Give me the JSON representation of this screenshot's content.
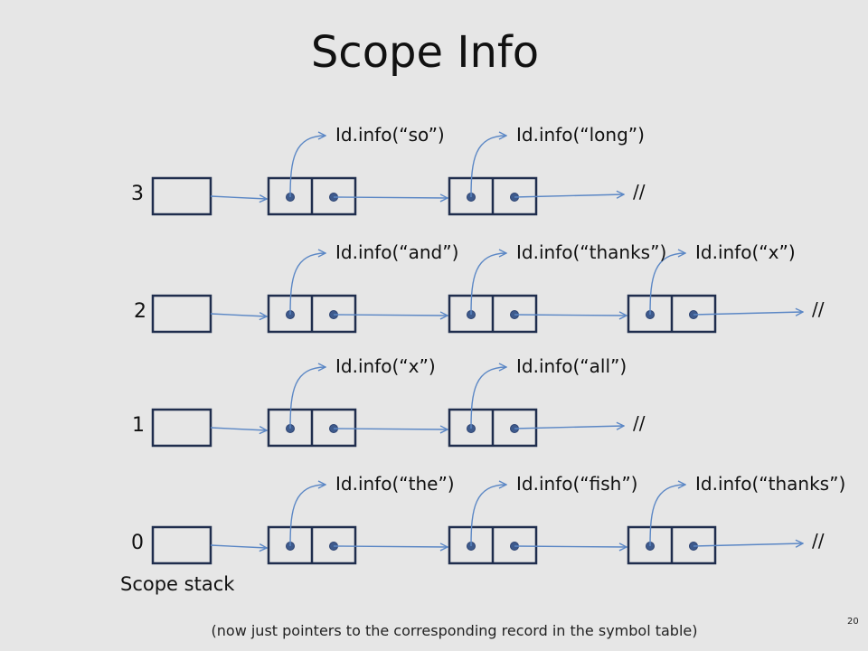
{
  "title": "Scope Info",
  "stack_label": "Scope stack",
  "caption": "(now just pointers to the corresponding record in the symbol table)",
  "page_number": "20",
  "null_marker": "//",
  "rows": [
    {
      "index": "3",
      "nodes": [
        "Id.info(“so”)",
        "Id.info(“long”)"
      ]
    },
    {
      "index": "2",
      "nodes": [
        "Id.info(“and”)",
        "Id.info(“thanks”)",
        "Id.info(“x”)"
      ]
    },
    {
      "index": "1",
      "nodes": [
        "Id.info(“x”)",
        "Id.info(“all”)"
      ]
    },
    {
      "index": "0",
      "nodes": [
        "Id.info(“the”)",
        "Id.info(“fish”)",
        "Id.info(“thanks”)"
      ]
    }
  ],
  "colors": {
    "arrow": "#5b87c5",
    "box": "#1f2d4d",
    "dot": "#3e5a8c",
    "background": "#e6e6e6"
  }
}
